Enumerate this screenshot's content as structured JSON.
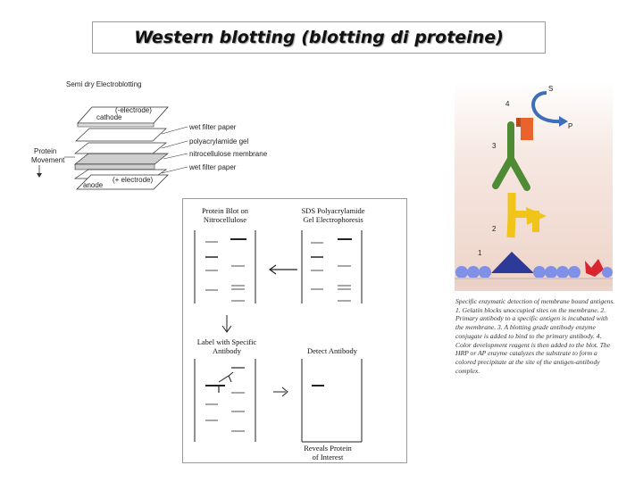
{
  "title": "Western blotting (blotting di proteine)",
  "semidry": {
    "heading": "Semi dry Electroblotting",
    "cathode": "cathode",
    "cathode_electrode": "(-electrode)",
    "anode": "anode",
    "anode_electrode": "(+ electrode)",
    "layers": [
      "wet filter paper",
      "polyacrylamide gel",
      "nitrocellulose membrane",
      "wet filter paper"
    ],
    "protein_movement": [
      "Protein",
      "Movement"
    ]
  },
  "blot_panel": {
    "protein_blot": [
      "Protein Blot on",
      "Nitrocellulose"
    ],
    "sds_page": [
      "SDS Polyacrylamide",
      "Gel Electrophoresis"
    ],
    "label_antibody": [
      "Label with Specific",
      "Antibody"
    ],
    "detect_antibody": "Detect Antibody",
    "reveals": [
      "Reveals Protein",
      "of Interest"
    ]
  },
  "enzyme_figure": {
    "labels": [
      "S",
      "P",
      "4",
      "3",
      "2",
      "1"
    ],
    "colors": {
      "background": "#f0d9cf",
      "membrane": "#7f90e6",
      "blocker": "#2e3a9a",
      "antigen_red": "#d8262f",
      "primary_antibody": "#f0c419",
      "secondary_antibody": "#4f8a34",
      "enzyme": "#e8642c",
      "arrow": "#3d6fb8"
    }
  },
  "caption": "Specific enzymatic detection of membrane bound antigens. 1. Gelatin blocks unoccupied sites on the membrane. 2. Primary antibody to a specific antigen is incubated with the membrane. 3. A blotting grade antibody enzyme conjugate is added to bind to the primary antibody. 4. Color development reagent is then added to the blot. The HRP or AP enzyme catalyzes the substrate to form a colored precipitate at the site of the antigen-antibody complex."
}
